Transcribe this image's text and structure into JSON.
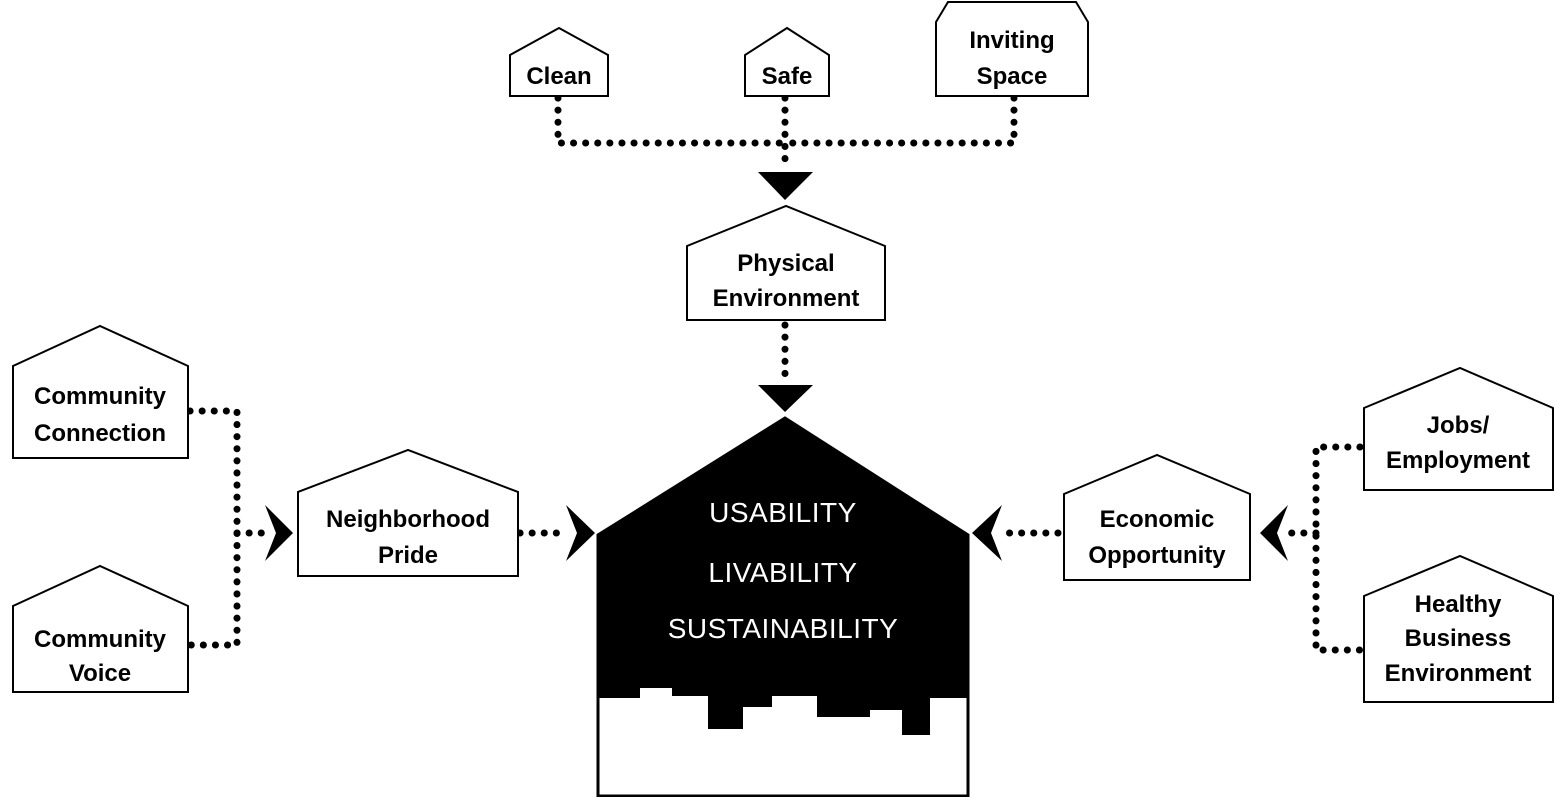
{
  "nodes": {
    "clean": "Clean",
    "safe": "Safe",
    "inviting_space": [
      "Inviting",
      "Space"
    ],
    "physical_environment": [
      "Physical",
      "Environment"
    ],
    "community_connection": [
      "Community",
      "Connection"
    ],
    "community_voice": [
      "Community",
      "Voice"
    ],
    "neighborhood_pride": [
      "Neighborhood",
      "Pride"
    ],
    "economic_opportunity": [
      "Economic",
      "Opportunity"
    ],
    "jobs_employment": [
      "Jobs/",
      "Employment"
    ],
    "healthy_business_environment": [
      "Healthy",
      "Business",
      "Environment"
    ]
  },
  "center": {
    "lines": [
      "USABILITY",
      "LIVABILITY",
      "SUSTAINABILITY"
    ]
  },
  "colors": {
    "background": "#ffffff",
    "ink": "#000000",
    "center_fill": "#000000",
    "center_text": "#ffffff"
  }
}
